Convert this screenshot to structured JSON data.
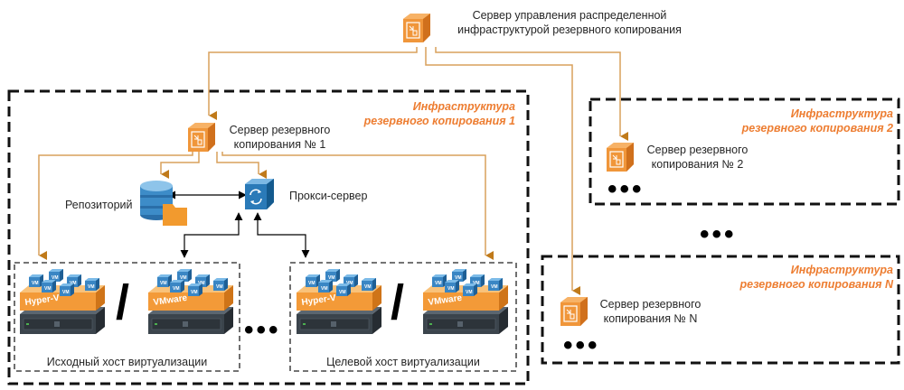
{
  "management_server": {
    "label_line1": "Сервер управления распределенной",
    "label_line2": "инфраструктурой резервного копирования",
    "icon": "server-cube-icon"
  },
  "infrastructures": [
    {
      "title_line1": "Инфраструктура",
      "title_line2": "резервного копирования 1",
      "server": {
        "label_line1": "Сервер резервного",
        "label_line2": "копирования № 1"
      },
      "repository": {
        "label": "Репозиторий",
        "icon": "database-folder-icon"
      },
      "proxy": {
        "label": "Прокси-сервер",
        "icon": "proxy-cube-icon"
      },
      "hosts": [
        {
          "label": "Исходный хост виртуализации",
          "platforms": [
            "Hyper-V",
            "VMware"
          ],
          "separator": "/"
        },
        {
          "label": "Целевой хост виртуализации",
          "platforms": [
            "Hyper-V",
            "VMware"
          ],
          "separator": "/"
        }
      ],
      "ellipsis": "•••"
    },
    {
      "title_line1": "Инфраструктура",
      "title_line2": "резервного копирования 2",
      "server": {
        "label_line1": "Сервер резервного",
        "label_line2": "копирования № 2"
      },
      "ellipsis": "•••"
    },
    {
      "title_line1": "Инфраструктура",
      "title_line2": "резервного копирования N",
      "server": {
        "label_line1": "Сервер резервного",
        "label_line2": "копирования № N"
      },
      "ellipsis": "•••"
    }
  ],
  "between_ellipsis": "•••",
  "vm_label": "VM",
  "colors": {
    "orange_line": "#d9a05b",
    "orange_arrow": "#c07a1a",
    "orange_title": "#ed7d31",
    "cube_orange": "#f0963a",
    "proxy_blue": "#2a7ab8",
    "db_blue": "#3d8cc8",
    "folder_orange": "#f29a2e"
  }
}
